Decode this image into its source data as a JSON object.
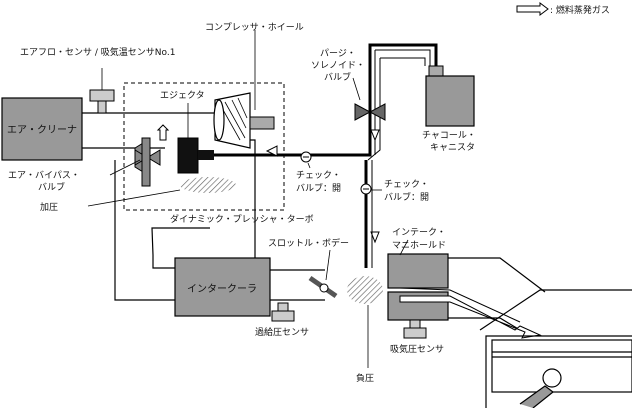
{
  "legend": {
    "fuel_vapor": ": 燃料蒸発ガス"
  },
  "labels": {
    "air_flow_sensor": "エアフロ・センサ / 吸気温センサNo.1",
    "compressor_wheel": "コンプレッサ・ホイール",
    "ejector": "エジェクタ",
    "purge_valve": [
      "パージ・",
      "ソレノイド・",
      "バルブ"
    ],
    "air_cleaner": "エア・クリーナ",
    "charcoal_canister": [
      "チャコール・",
      "キャニスタ"
    ],
    "air_bypass_valve": [
      "エア・バイパス・",
      "バルブ"
    ],
    "check_valve_1": [
      "チェック・",
      "バルブ：開"
    ],
    "check_valve_2": [
      "チェック・",
      "バルブ：開"
    ],
    "boost_pressure": "加圧",
    "turbo": "ダイナミック・プレッシャ・ターボ",
    "intake_manifold": [
      "インテーク・",
      "マニホールド"
    ],
    "throttle_body": "スロットル・ボデー",
    "intercooler": "インタークーラ",
    "boost_sensor": "過給圧センサ",
    "intake_pressure_sensor": "吸気圧センサ",
    "negative_pressure": "負圧"
  },
  "colors": {
    "box_fill": "#999999",
    "stroke": "#000000",
    "hatch": "#777777"
  }
}
